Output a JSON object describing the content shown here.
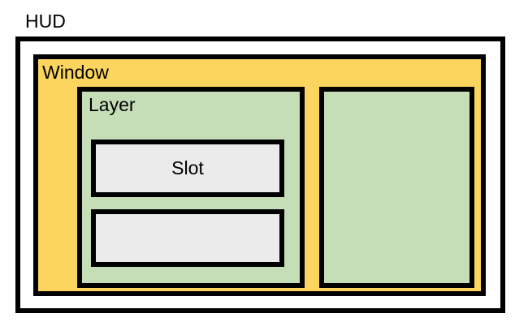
{
  "diagram": {
    "labels": {
      "hud": "HUD",
      "window": "Window",
      "layer": "Layer",
      "slot": "Slot"
    }
  },
  "colors": {
    "page_background": "#ffffff",
    "hud_fill": "#ffffff",
    "window_fill": "#fcd55f",
    "layer_fill": "#c5deb8",
    "slot_fill": "#ebebeb",
    "box_border": "#000000",
    "text": "#000000"
  }
}
